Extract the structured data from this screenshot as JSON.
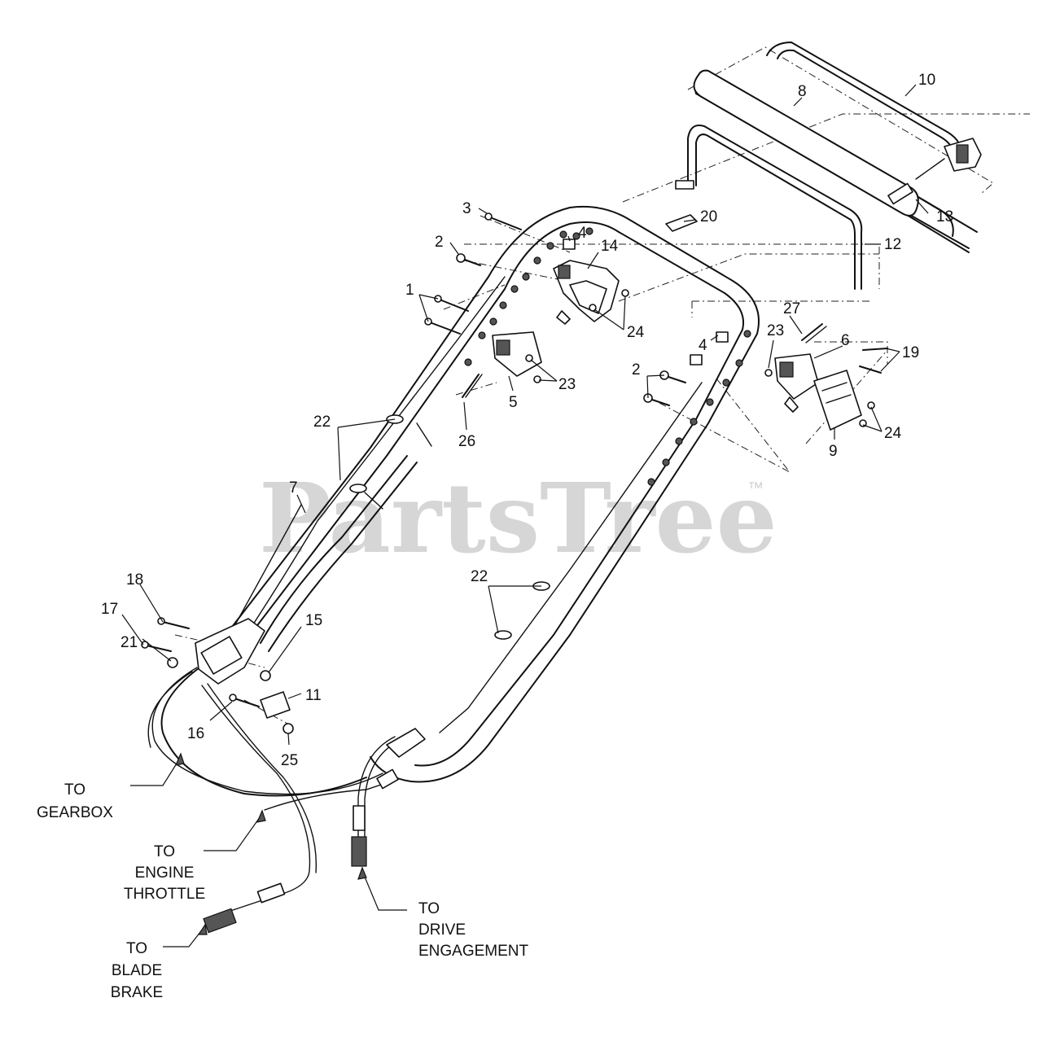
{
  "watermark": {
    "brand": "PartsTree",
    "trademark": "™"
  },
  "callouts": [
    "1",
    "2",
    "2",
    "3",
    "4",
    "4",
    "5",
    "6",
    "7",
    "8",
    "9",
    "10",
    "11",
    "12",
    "13",
    "14",
    "15",
    "16",
    "17",
    "18",
    "19",
    "20",
    "21",
    "22",
    "22",
    "23",
    "23",
    "24",
    "24",
    "25",
    "26",
    "27"
  ],
  "cable_labels": {
    "gearbox": [
      "TO",
      "GEARBOX"
    ],
    "engine_throttle": [
      "TO",
      "ENGINE",
      "THROTTLE"
    ],
    "drive_engagement": [
      "TO",
      "DRIVE",
      "ENGAGEMENT"
    ],
    "blade_brake": [
      "TO",
      "BLADE",
      "BRAKE"
    ]
  }
}
